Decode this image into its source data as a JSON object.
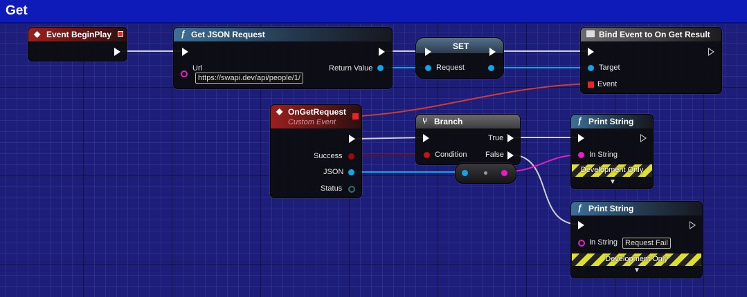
{
  "window": {
    "title": "Get"
  },
  "nodes": {
    "begin_play": {
      "title": "Event BeginPlay"
    },
    "get_json": {
      "title": "Get JSON Request",
      "url_label": "Url",
      "url_value": "https://swapi.dev/api/people/1/",
      "return_label": "Return Value"
    },
    "set": {
      "title": "SET",
      "request_label": "Request"
    },
    "bind_event": {
      "title": "Bind Event to On Get Result",
      "target_label": "Target",
      "event_label": "Event"
    },
    "on_get_request": {
      "title": "OnGetRequest",
      "subtitle": "Custom Event",
      "success_label": "Success",
      "json_label": "JSON",
      "status_label": "Status"
    },
    "branch": {
      "title": "Branch",
      "true_label": "True",
      "false_label": "False",
      "condition_label": "Condition"
    },
    "print_string_1": {
      "title": "Print String",
      "in_string_label": "In String",
      "dev_label": "Development Only"
    },
    "print_string_2": {
      "title": "Print String",
      "in_string_label": "In String",
      "in_string_value": "Request Fail",
      "dev_label": "Development Only"
    }
  },
  "colors": {
    "exec": "#ffffff",
    "object": "#15a3e6",
    "string": "#e41fc4",
    "bool": "#9a0a0a",
    "delegate": "#e22222"
  }
}
